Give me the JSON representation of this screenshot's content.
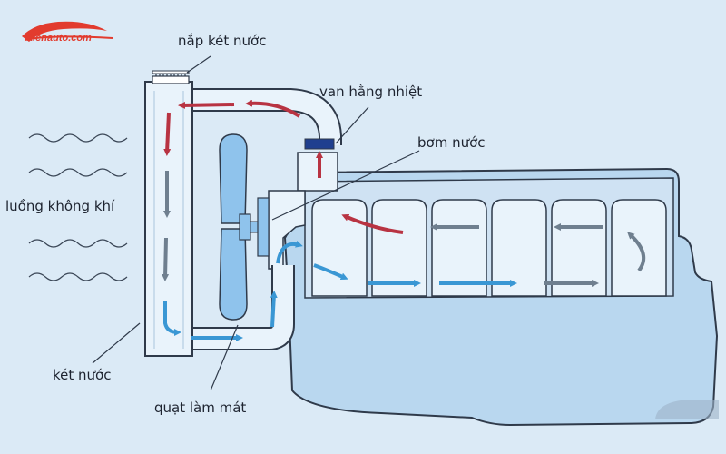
{
  "brand": {
    "logo_text": "kienauto.com",
    "accent": "#e23b2e"
  },
  "labels": {
    "radiator_cap": "nắp két nước",
    "thermostat": "van hằng nhiệt",
    "water_pump": "bơm nước",
    "airflow": "luồng không khí",
    "radiator": "két nước",
    "cooling_fan": "quạt làm mát"
  },
  "colors": {
    "background": "#dbeaf6",
    "engine_fill": "#b9d7ef",
    "engine_stroke": "#2f3a4a",
    "hot_flow": "#b83342",
    "cool_flow": "#3a97d4",
    "neutral_flow": "#6f7f8f",
    "radiator_fill": "#e9f3fb"
  },
  "icons": {
    "airflow": "wave-lines-icon",
    "flow": "arrow-icon",
    "fan": "fan-icon"
  }
}
